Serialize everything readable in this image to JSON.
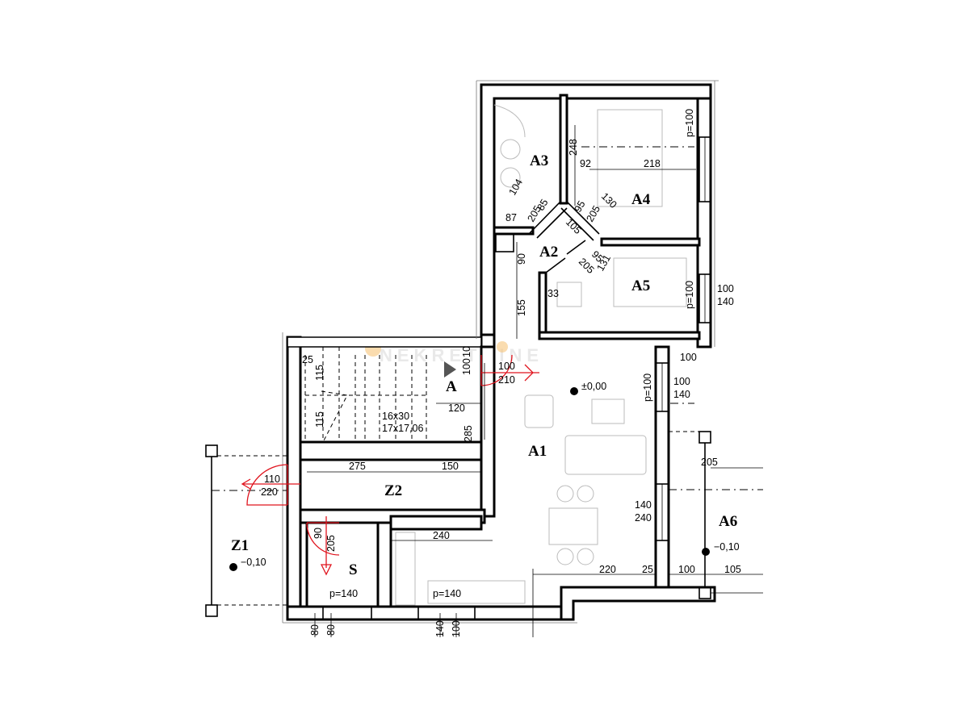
{
  "watermark": "NEKRETNINE",
  "rooms": {
    "A": "A",
    "A1": "A1",
    "A2": "A2",
    "A3": "A3",
    "A4": "A4",
    "A5": "A5",
    "A6": "A6",
    "Z1": "Z1",
    "Z2": "Z2",
    "S": "S"
  },
  "levels": {
    "a1": "±0,00",
    "z1": "−0,10",
    "a6": "−0,10"
  },
  "stairs": {
    "steps_a": "16x30",
    "steps_b": "17x17,06"
  },
  "dimensions": {
    "a3_a4_248": "248",
    "a4_92": "92",
    "a4_218": "218",
    "a4_p100": "p=100",
    "a3_104": "104",
    "a3_85": "85",
    "a3_205": "205",
    "a3_87": "87",
    "a4_95": "95",
    "a4_205": "205",
    "a4_130": "130",
    "a2_105": "105",
    "a2_90": "90",
    "a5_95": "95",
    "a5_205": "205",
    "a5_131": "131",
    "a5_33": "33",
    "a2_155": "155",
    "a5_p100": "p=100",
    "a5_win_100": "100",
    "a5_win_140": "140",
    "a_25": "25",
    "a_115a": "115",
    "a_115b": "115",
    "a_100": "100",
    "a_10": "10",
    "a_120": "120",
    "a_285": "285",
    "door_a_100": "100",
    "door_a_210": "210",
    "a1_right_100": "100",
    "a1_p100": "p=100",
    "a1_win_100": "100",
    "a1_win_140": "140",
    "z2_275": "275",
    "z2_150": "150",
    "z1_door_110": "110",
    "z1_door_220": "220",
    "s_90": "90",
    "s_205": "205",
    "s_p140": "p=140",
    "a1_240": "240",
    "a1_p140": "p=140",
    "a1_220": "220",
    "a1_25": "25",
    "a1_win2_140": "140",
    "a1_win2_240": "240",
    "a6_205": "205",
    "a6_100": "100",
    "a6_105": "105",
    "bottom_80a": "80",
    "bottom_80b": "80",
    "bottom_140": "140",
    "bottom_100": "100"
  }
}
